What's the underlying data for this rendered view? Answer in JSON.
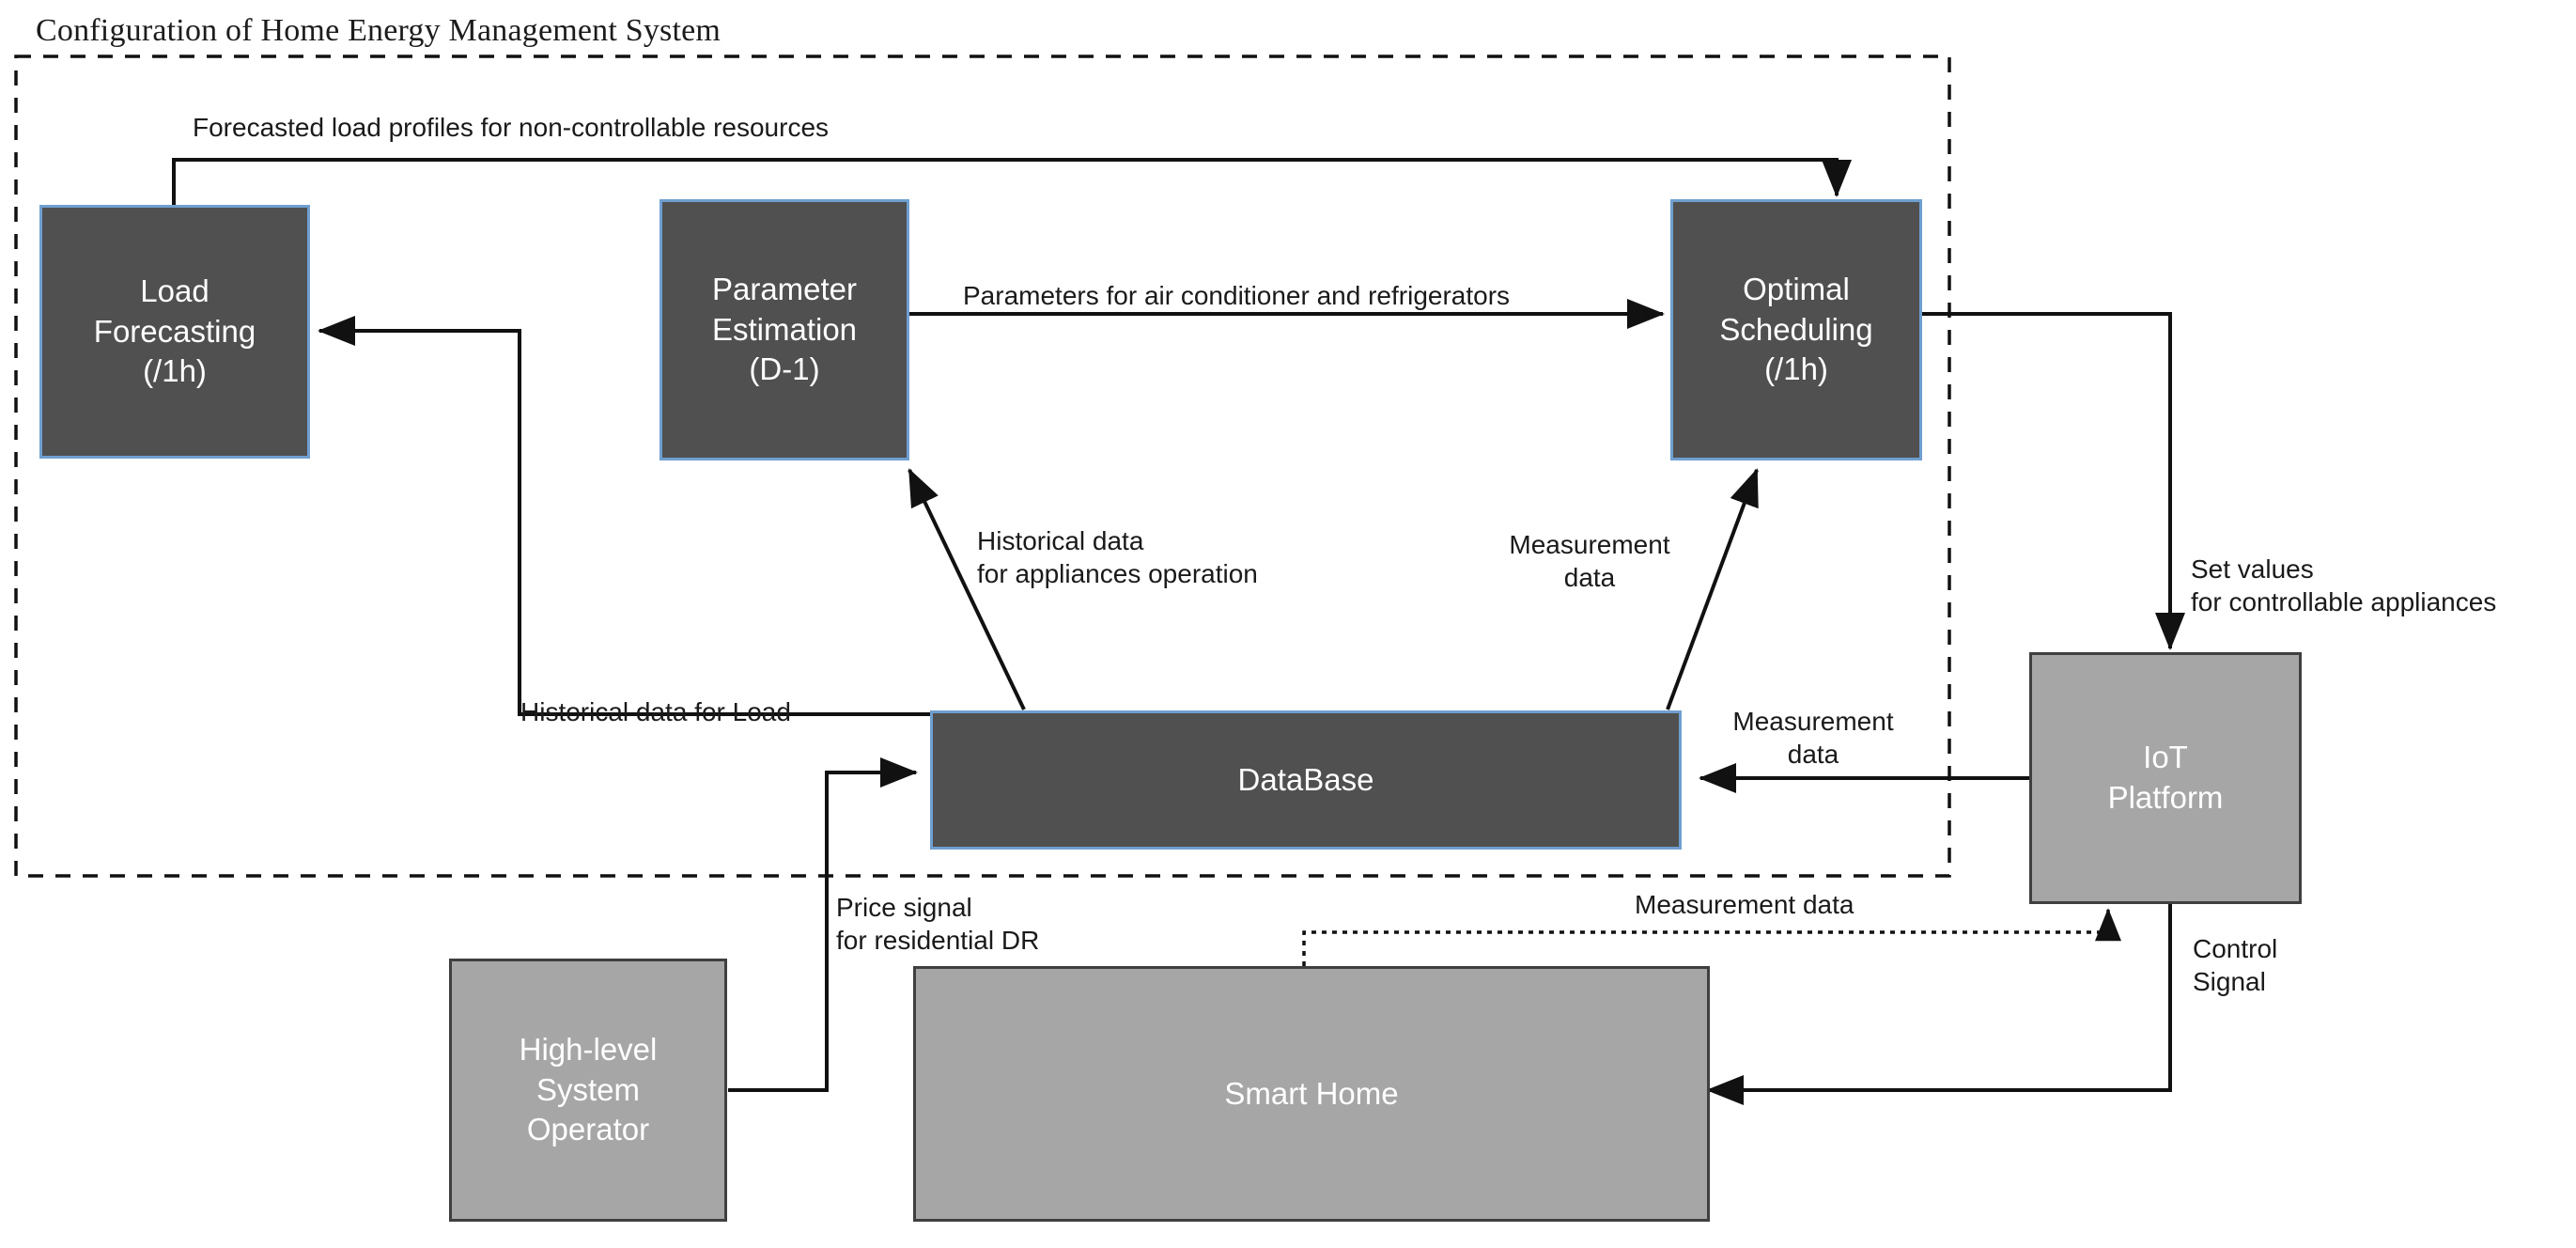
{
  "title": "Configuration of Home Energy Management System",
  "colors": {
    "dark_node_fill": "#505050",
    "dark_node_border": "#6f9fd0",
    "light_node_fill": "#a6a6a6",
    "light_node_border": "#3f3f3f",
    "line": "#111111",
    "text_on_node": "#ffffff",
    "label_text": "#1a1a1a",
    "boundary": "#111111"
  },
  "boundary": {
    "name": "home-energy-management-system-boundary",
    "style": "dashed"
  },
  "nodes": {
    "load_forecasting": "Load\nForecasting\n(/1h)",
    "parameter_estimation": "Parameter\nEstimation\n(D-1)",
    "optimal_scheduling": "Optimal\nScheduling\n(/1h)",
    "database": "DataBase",
    "iot_platform": "IoT\nPlatform",
    "high_level_system_operator": "High-level\nSystem\nOperator",
    "smart_home": "Smart Home"
  },
  "edge_labels": {
    "forecasted_load_profiles": "Forecasted load profiles for non-controllable resources",
    "parameters_for_appliances": "Parameters for air conditioner and refrigerators",
    "historical_data_appliances": "Historical data\nfor appliances operation",
    "measurement_data_scheduling": "Measurement\ndata",
    "set_values": "Set values\nfor controllable appliances",
    "historical_data_load": "Historical data for Load",
    "measurement_data_iot": "Measurement\ndata",
    "price_signal": "Price signal\nfor residential DR",
    "measurement_data_smart_home": "Measurement data",
    "control_signal": "Control\nSignal"
  }
}
